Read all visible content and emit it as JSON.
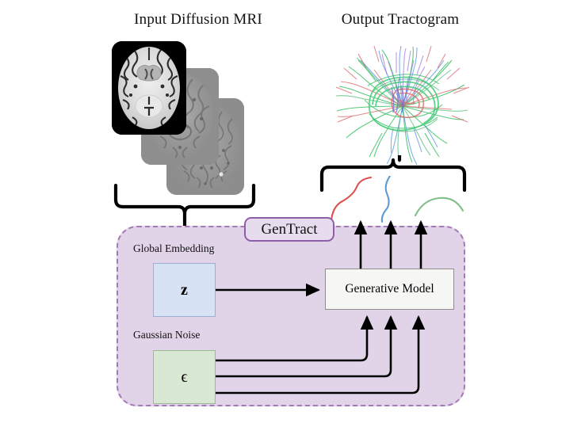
{
  "figure": {
    "titles": {
      "input": "Input Diffusion MRI",
      "output": "Output Tractogram"
    },
    "model_label": "GenTract",
    "panel": {
      "captions": {
        "global_embedding": "Global Embedding",
        "gaussian_noise": "Gaussian Noise"
      },
      "nodes": {
        "latent": "z",
        "noise": "ϵ",
        "generative_model": "Generative Model"
      }
    },
    "icons": {
      "mri_stack": "brain-mri-slice-stack-icon",
      "tractogram": "brain-tractogram-icon",
      "streamlines": "streamline-samples-icon",
      "brace_input": "downward-curly-brace-icon",
      "brace_output": "upward-curly-brace-icon"
    },
    "colors": {
      "panel_fill": "#e2d4e8",
      "panel_border": "#a379b8",
      "label_border": "#8e5fa8",
      "label_fill": "#e6dcee",
      "latent_fill": "#d7e3f4",
      "latent_border": "#9ab0cc",
      "noise_fill": "#d8e8d2",
      "noise_border": "#9cb895",
      "model_fill": "#f6f6f4",
      "model_border": "#8d8d8d",
      "streamline_red": "#d9534f",
      "streamline_blue": "#5b9bd5",
      "streamline_green": "#7fc08a",
      "arrow": "#000000"
    },
    "streamline_samples": [
      {
        "name": "streamline-red",
        "color": "#d9534f"
      },
      {
        "name": "streamline-blue",
        "color": "#5b9bd5"
      },
      {
        "name": "streamline-green",
        "color": "#7fc08a"
      }
    ],
    "flow_arrows": [
      {
        "from": "latent",
        "to": "generative-model",
        "count": 1
      },
      {
        "from": "noise",
        "to": "generative-model",
        "count": 3
      },
      {
        "from": "generative-model",
        "to": "streamlines",
        "count": 3
      }
    ]
  }
}
